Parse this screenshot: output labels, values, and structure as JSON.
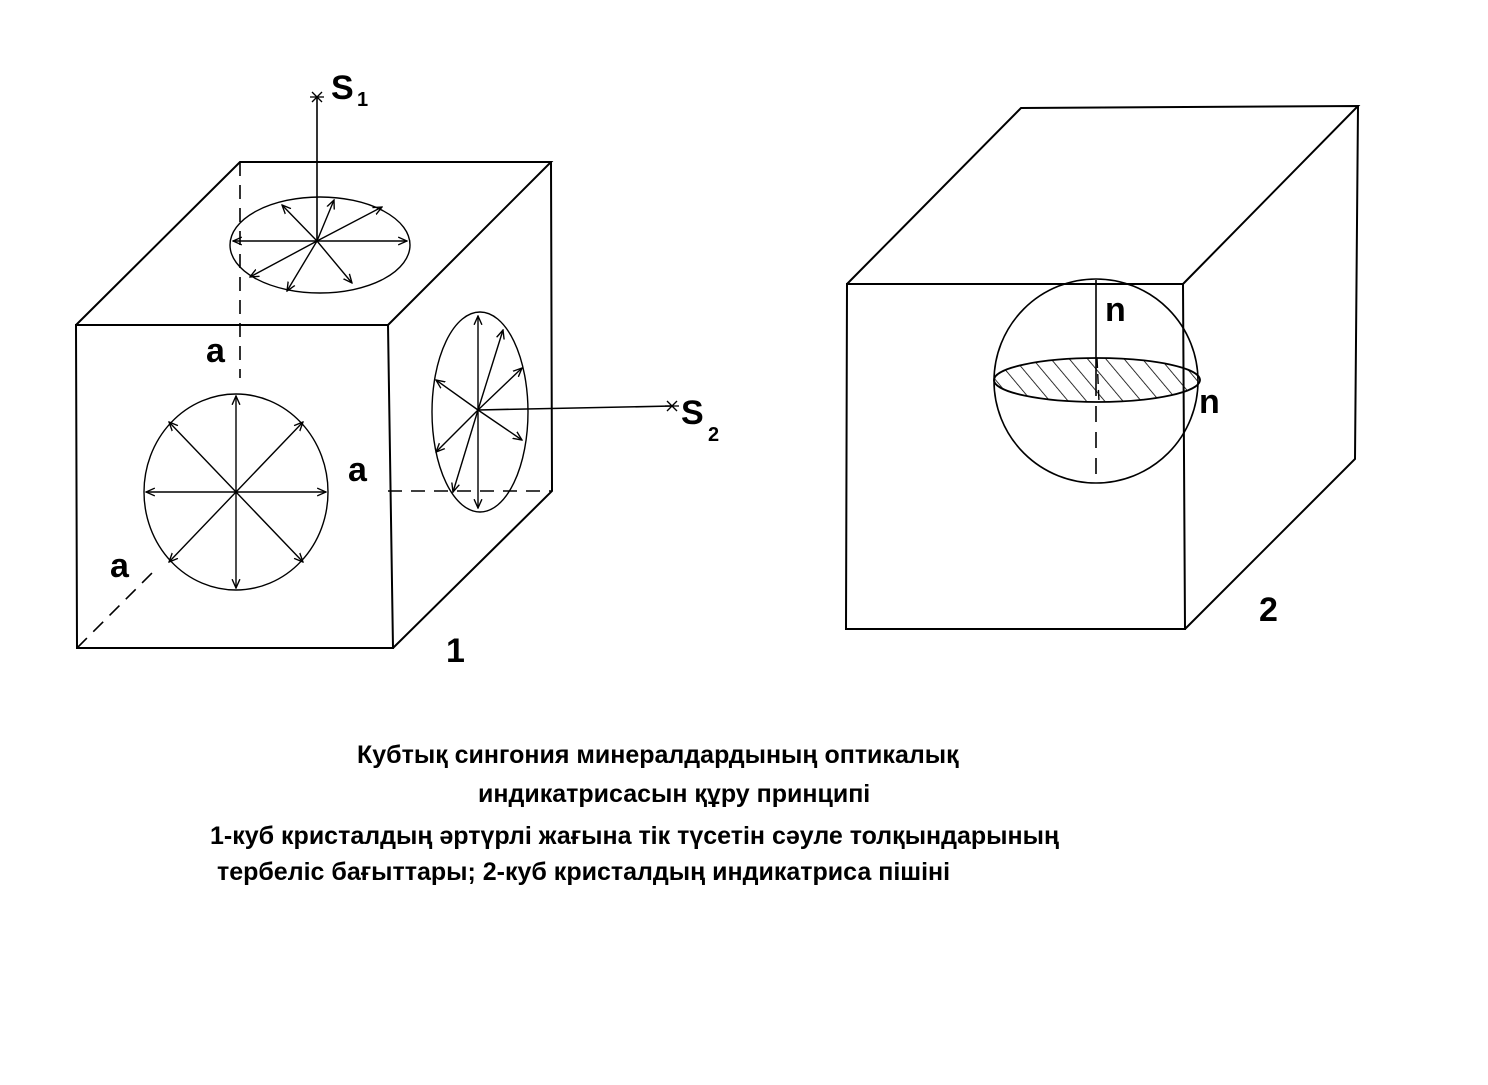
{
  "figure": {
    "cube1": {
      "number": "1",
      "edge_label": "a",
      "rays": [
        {
          "letter": "S",
          "subscript": "1"
        },
        {
          "letter": "S",
          "subscript": "2"
        }
      ]
    },
    "cube2": {
      "number": "2",
      "axis_label": "n"
    }
  },
  "caption": {
    "title_line1": "Кубтық сингония минералдардының оптикалық",
    "title_line2": "индикатрисасын құру принципі",
    "desc_line1": "1-куб кристалдың әртүрлі жағына тік түсетін сәуле толқындарының",
    "desc_line2": " тербеліс бағыттары; 2-куб кристалдың индикатриса пішіні"
  },
  "colors": {
    "ink": "#000000",
    "paper": "#ffffff"
  }
}
